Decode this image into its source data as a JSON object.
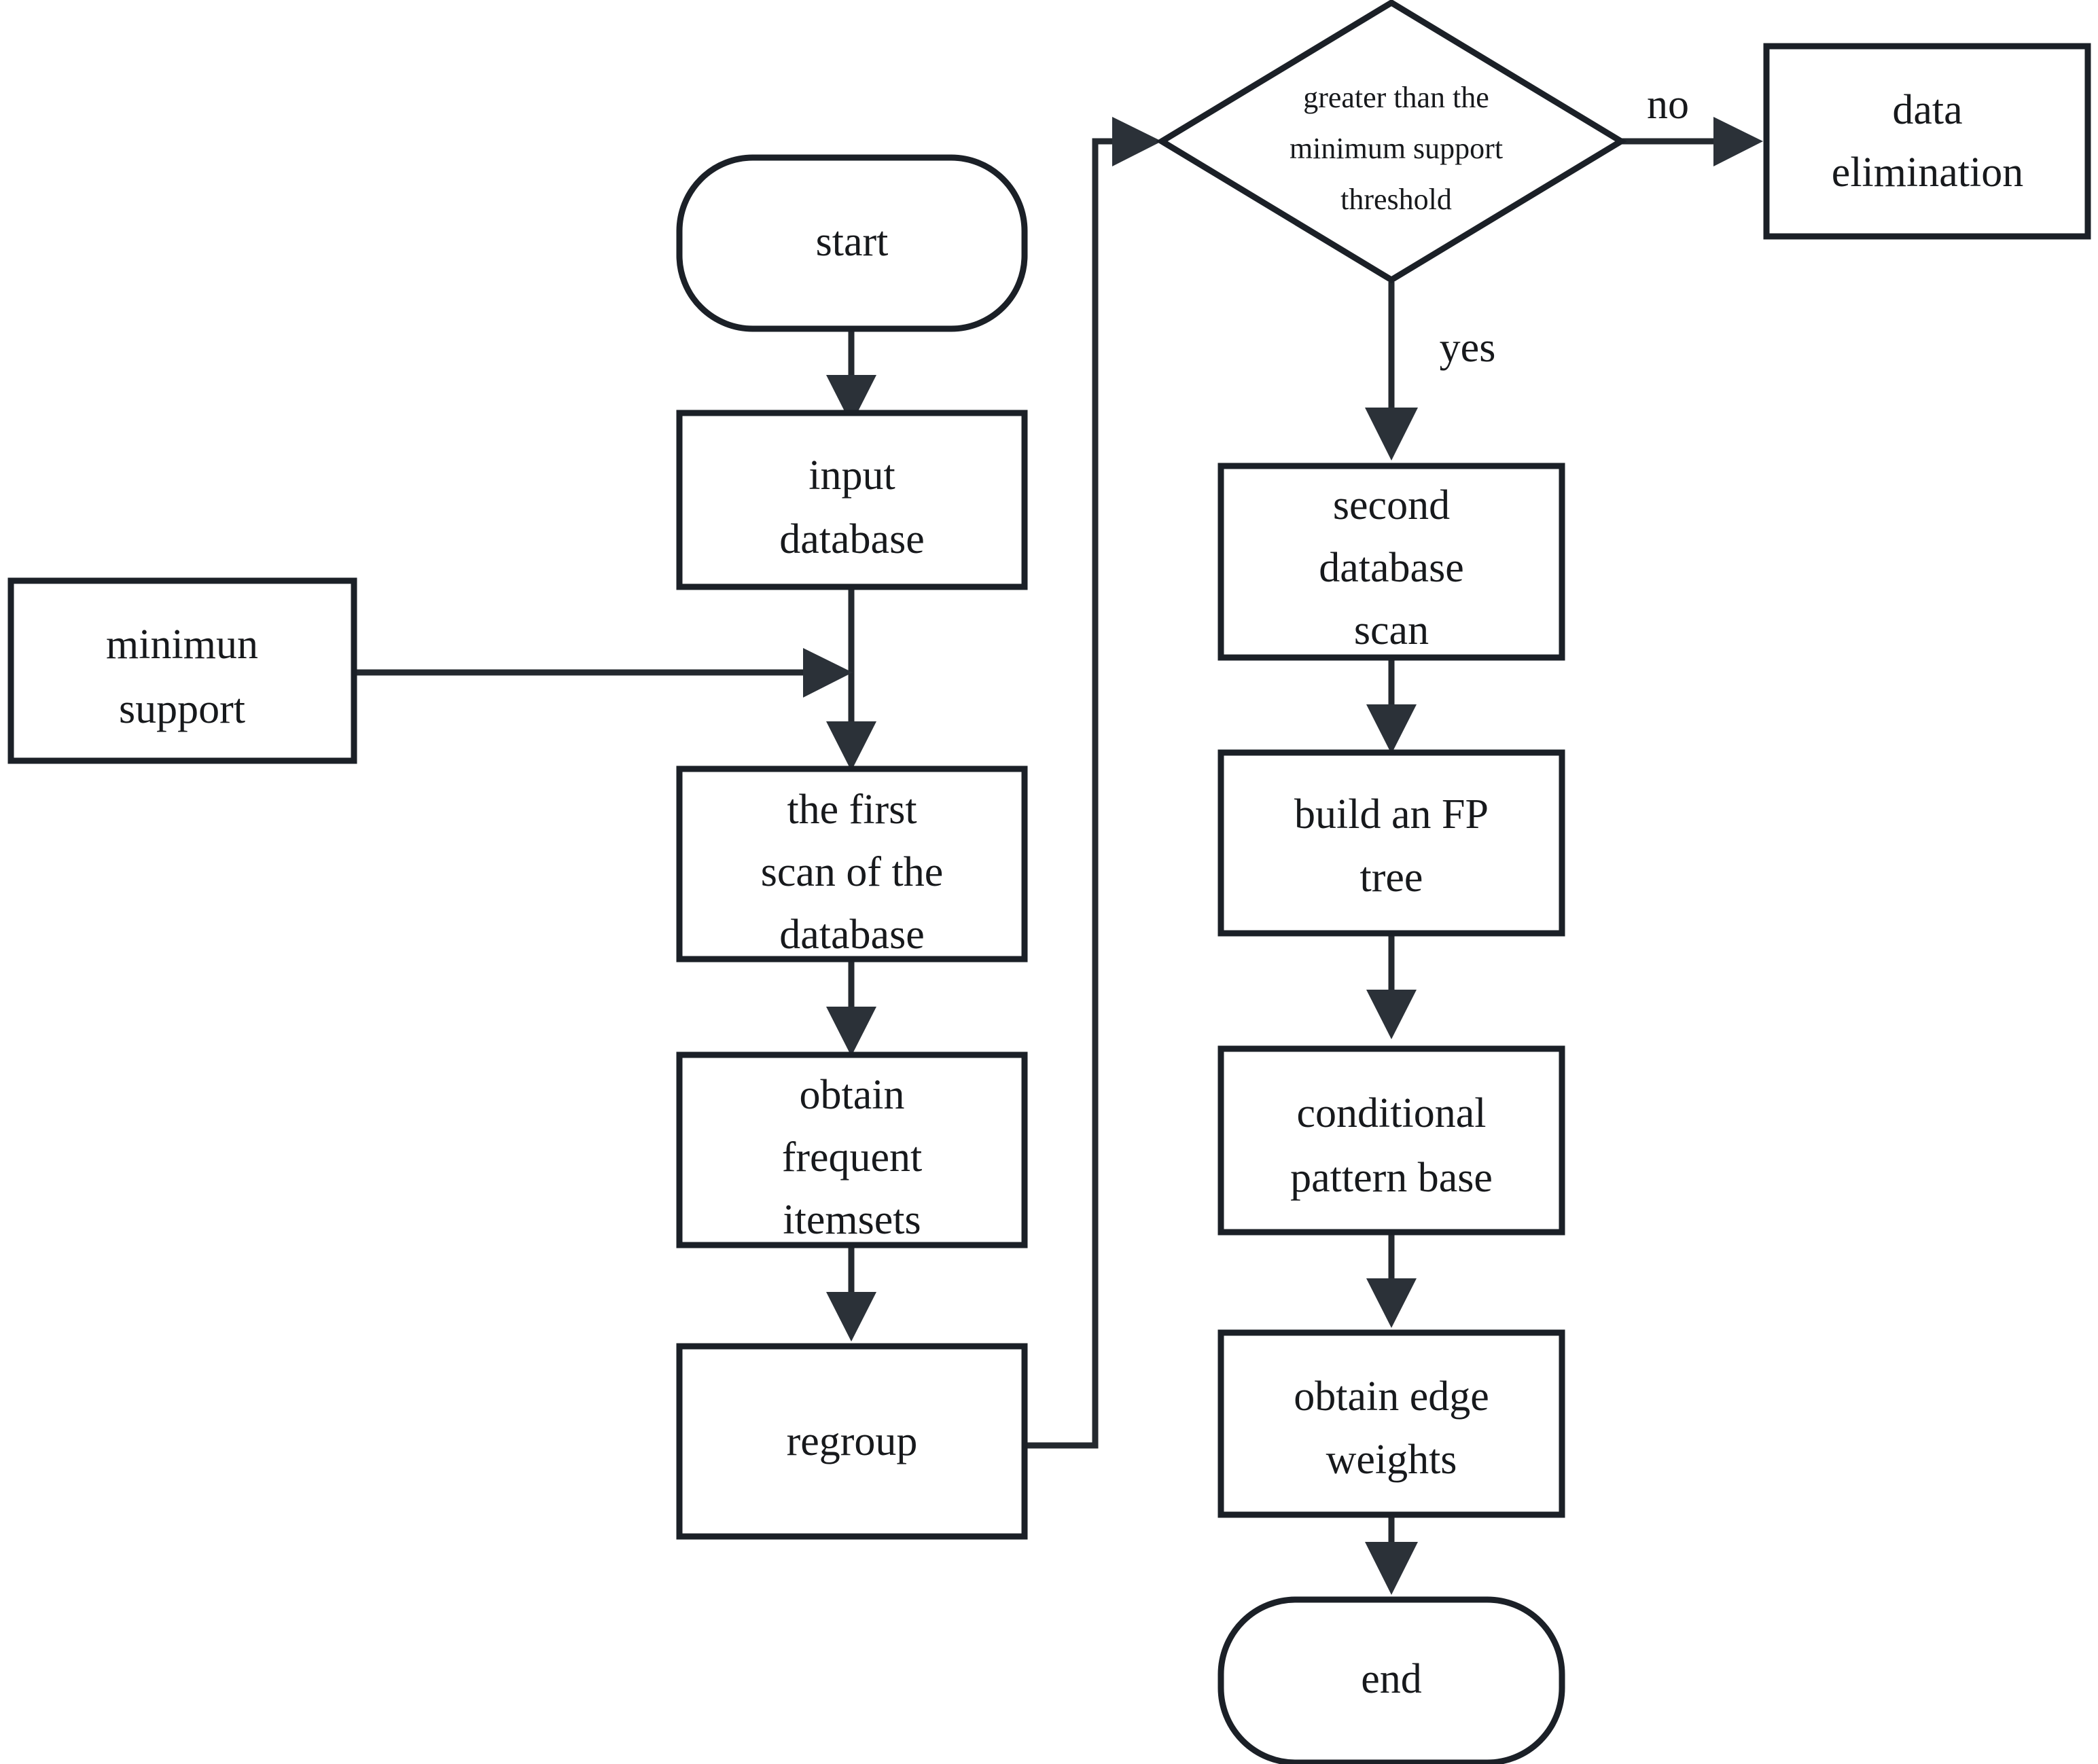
{
  "diagram": {
    "title": "FP-Growth edge-weight mining flowchart",
    "type": "flowchart",
    "background_color": "#ffffff",
    "stroke_color": "#24292f",
    "text_color": "#17191c",
    "nodes": {
      "start": {
        "label": "start",
        "shape": "terminator"
      },
      "input_database": {
        "label_line1": "input",
        "label_line2": "database",
        "shape": "process"
      },
      "minimum_support": {
        "label_line1": "minimun",
        "label_line2": "support",
        "shape": "process"
      },
      "first_scan": {
        "label_line1": "the first",
        "label_line2": "scan of the",
        "label_line3": "database",
        "shape": "process"
      },
      "frequent_itemsets": {
        "label_line1": "obtain",
        "label_line2": "frequent",
        "label_line3": "itemsets",
        "shape": "process"
      },
      "regroup": {
        "label": "regroup",
        "shape": "process"
      },
      "decision": {
        "label_line1": "greater than the",
        "label_line2": "minimum support",
        "label_line3": "threshold",
        "shape": "decision"
      },
      "data_elimination": {
        "label_line1": "data",
        "label_line2": "elimination",
        "shape": "process"
      },
      "second_scan": {
        "label_line1": "second",
        "label_line2": "database",
        "label_line3": "scan",
        "shape": "process"
      },
      "fp_tree": {
        "label_line1": "build an FP",
        "label_line2": "tree",
        "shape": "process"
      },
      "pattern_base": {
        "label_line1": "conditional",
        "label_line2": "pattern base",
        "shape": "process"
      },
      "edge_weights": {
        "label_line1": "obtain edge",
        "label_line2": "weights",
        "shape": "process"
      },
      "end": {
        "label": "end",
        "shape": "terminator"
      }
    },
    "edge_labels": {
      "no": "no",
      "yes": "yes"
    }
  }
}
